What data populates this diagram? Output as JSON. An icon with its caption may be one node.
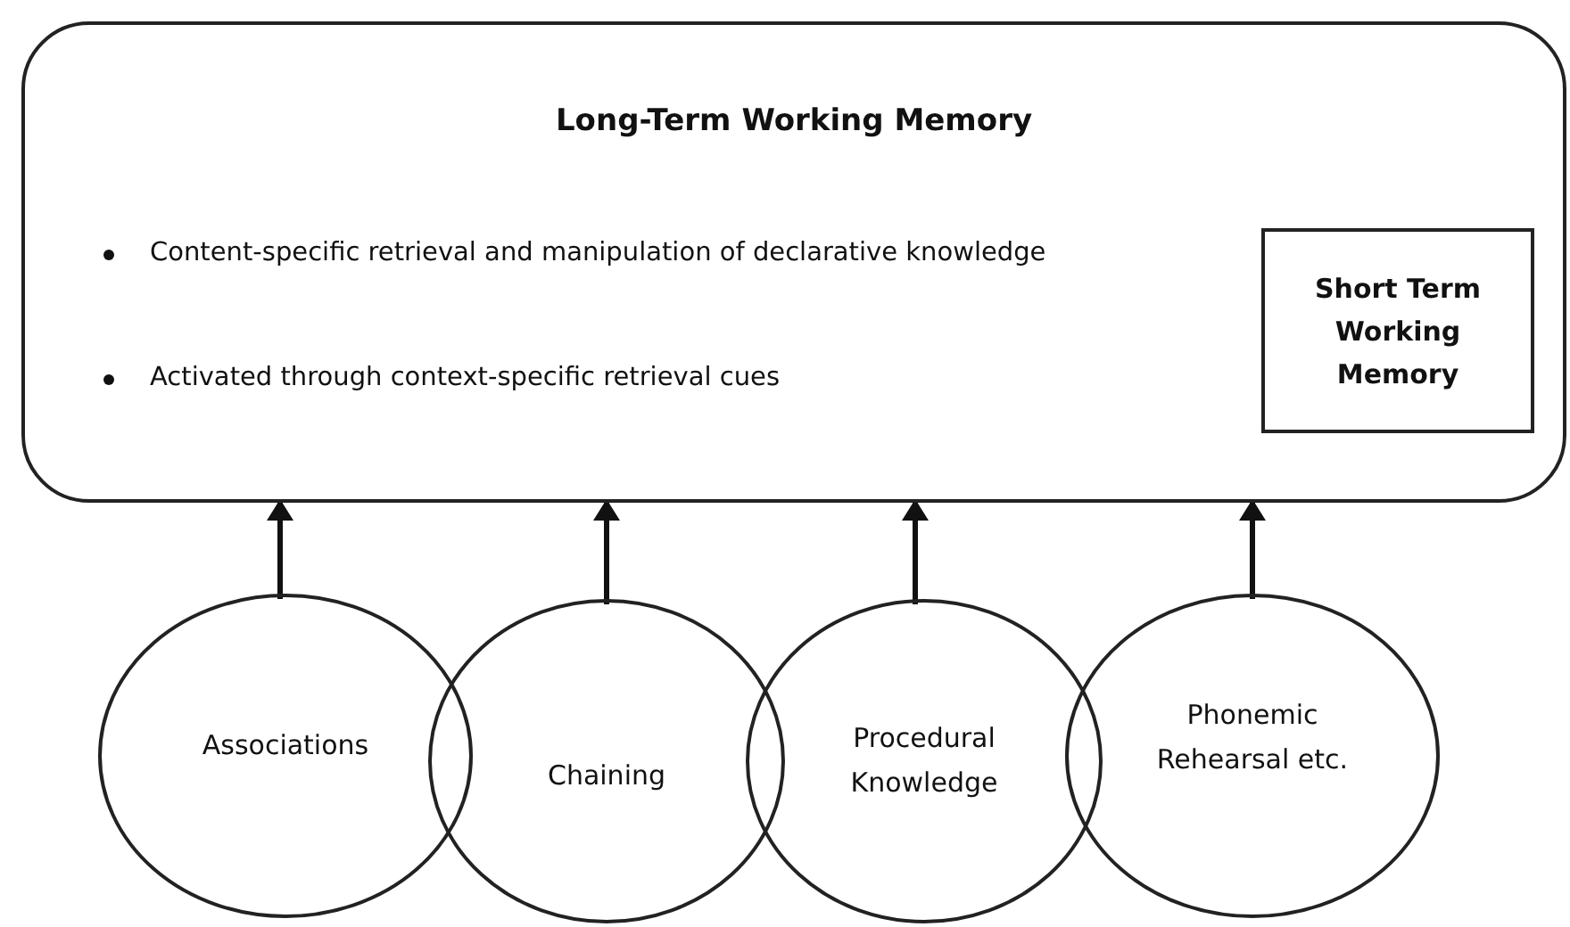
{
  "diagram": {
    "nodes": [
      {
        "text": [
          "Long-Term Working Memory",
          "Content-specific retrieval and manipulation of declarative knowledge",
          "Activated through context-specific retrieval cues"
        ]
      },
      {
        "text": [
          "Short Term Working Memory"
        ],
        "in": 0
      },
      {
        "text": [
          "Associations"
        ]
      },
      {
        "text": [
          "Chaining"
        ]
      },
      {
        "text": [
          "Procedural Knowledge"
        ]
      },
      {
        "text": [
          "Phonemic Rehearsal etc."
        ]
      }
    ],
    "edges": [
      {
        "from": 2,
        "to": 0,
        "arrow": "to"
      },
      {
        "from": 3,
        "to": 0,
        "arrow": "to"
      },
      {
        "from": 4,
        "to": 0,
        "arrow": "to"
      },
      {
        "from": 5,
        "to": 0,
        "arrow": "to"
      }
    ]
  }
}
